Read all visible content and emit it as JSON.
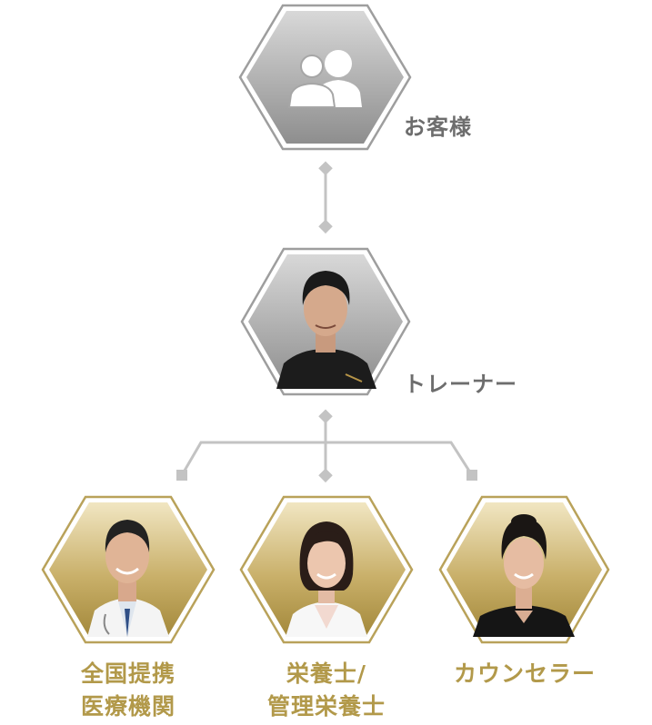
{
  "nodes": {
    "customer": {
      "label": "お客様"
    },
    "trainer": {
      "label": "トレーナー"
    },
    "medical": {
      "line1": "全国提携",
      "line2": "医療機関"
    },
    "nutritionist": {
      "line1": "栄養士/",
      "line2": "管理栄養士"
    },
    "counselor": {
      "label": "カウンセラー"
    }
  },
  "colors": {
    "gray_frame": "#9e9e9e",
    "gray_fill_top": "#d6d6d6",
    "gray_fill_bottom": "#8f8f8f",
    "gold_frame": "#b9a25a",
    "gold_fill_top": "#efe2b8",
    "gold_fill_bottom": "#a78b3c",
    "connector": "#c3c3c3",
    "label_gray": "#6d6d6d",
    "label_gold": "#b2994a"
  },
  "icons": {
    "customer": "users-icon",
    "trainer": "trainer-photo",
    "medical": "doctor-photo",
    "nutritionist": "nutritionist-photo",
    "counselor": "counselor-photo"
  }
}
